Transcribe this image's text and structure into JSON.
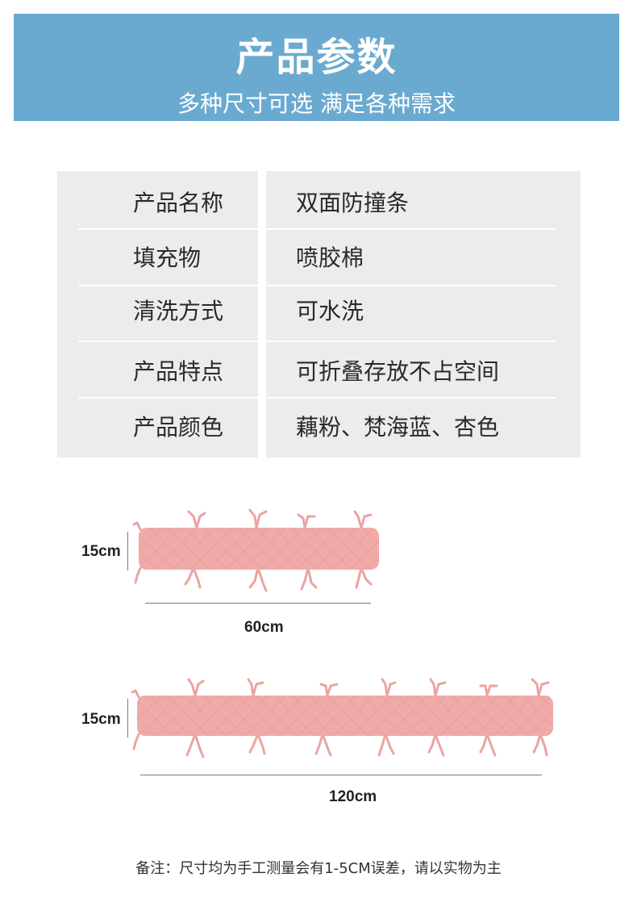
{
  "header": {
    "title": "产品参数",
    "subtitle": "多种尺寸可选 满足各种需求",
    "background_color": "#6aaad0"
  },
  "specs": [
    {
      "label": "产品名称",
      "value": "双面防撞条"
    },
    {
      "label": "填充物",
      "value": "喷胶棉"
    },
    {
      "label": "清洗方式",
      "value": "可水洗"
    },
    {
      "label": "产品特点",
      "value": "可折叠存放不占空间"
    },
    {
      "label": "产品颜色",
      "value": "藕粉、梵海蓝、杏色"
    }
  ],
  "products": [
    {
      "height_label": "15cm",
      "length_label": "60cm",
      "color": "#f0aaa8"
    },
    {
      "height_label": "15cm",
      "length_label": "120cm",
      "color": "#f0aaa8"
    }
  ],
  "note": "备注：尺寸均为手工测量会有1-5CM误差，请以实物为主"
}
